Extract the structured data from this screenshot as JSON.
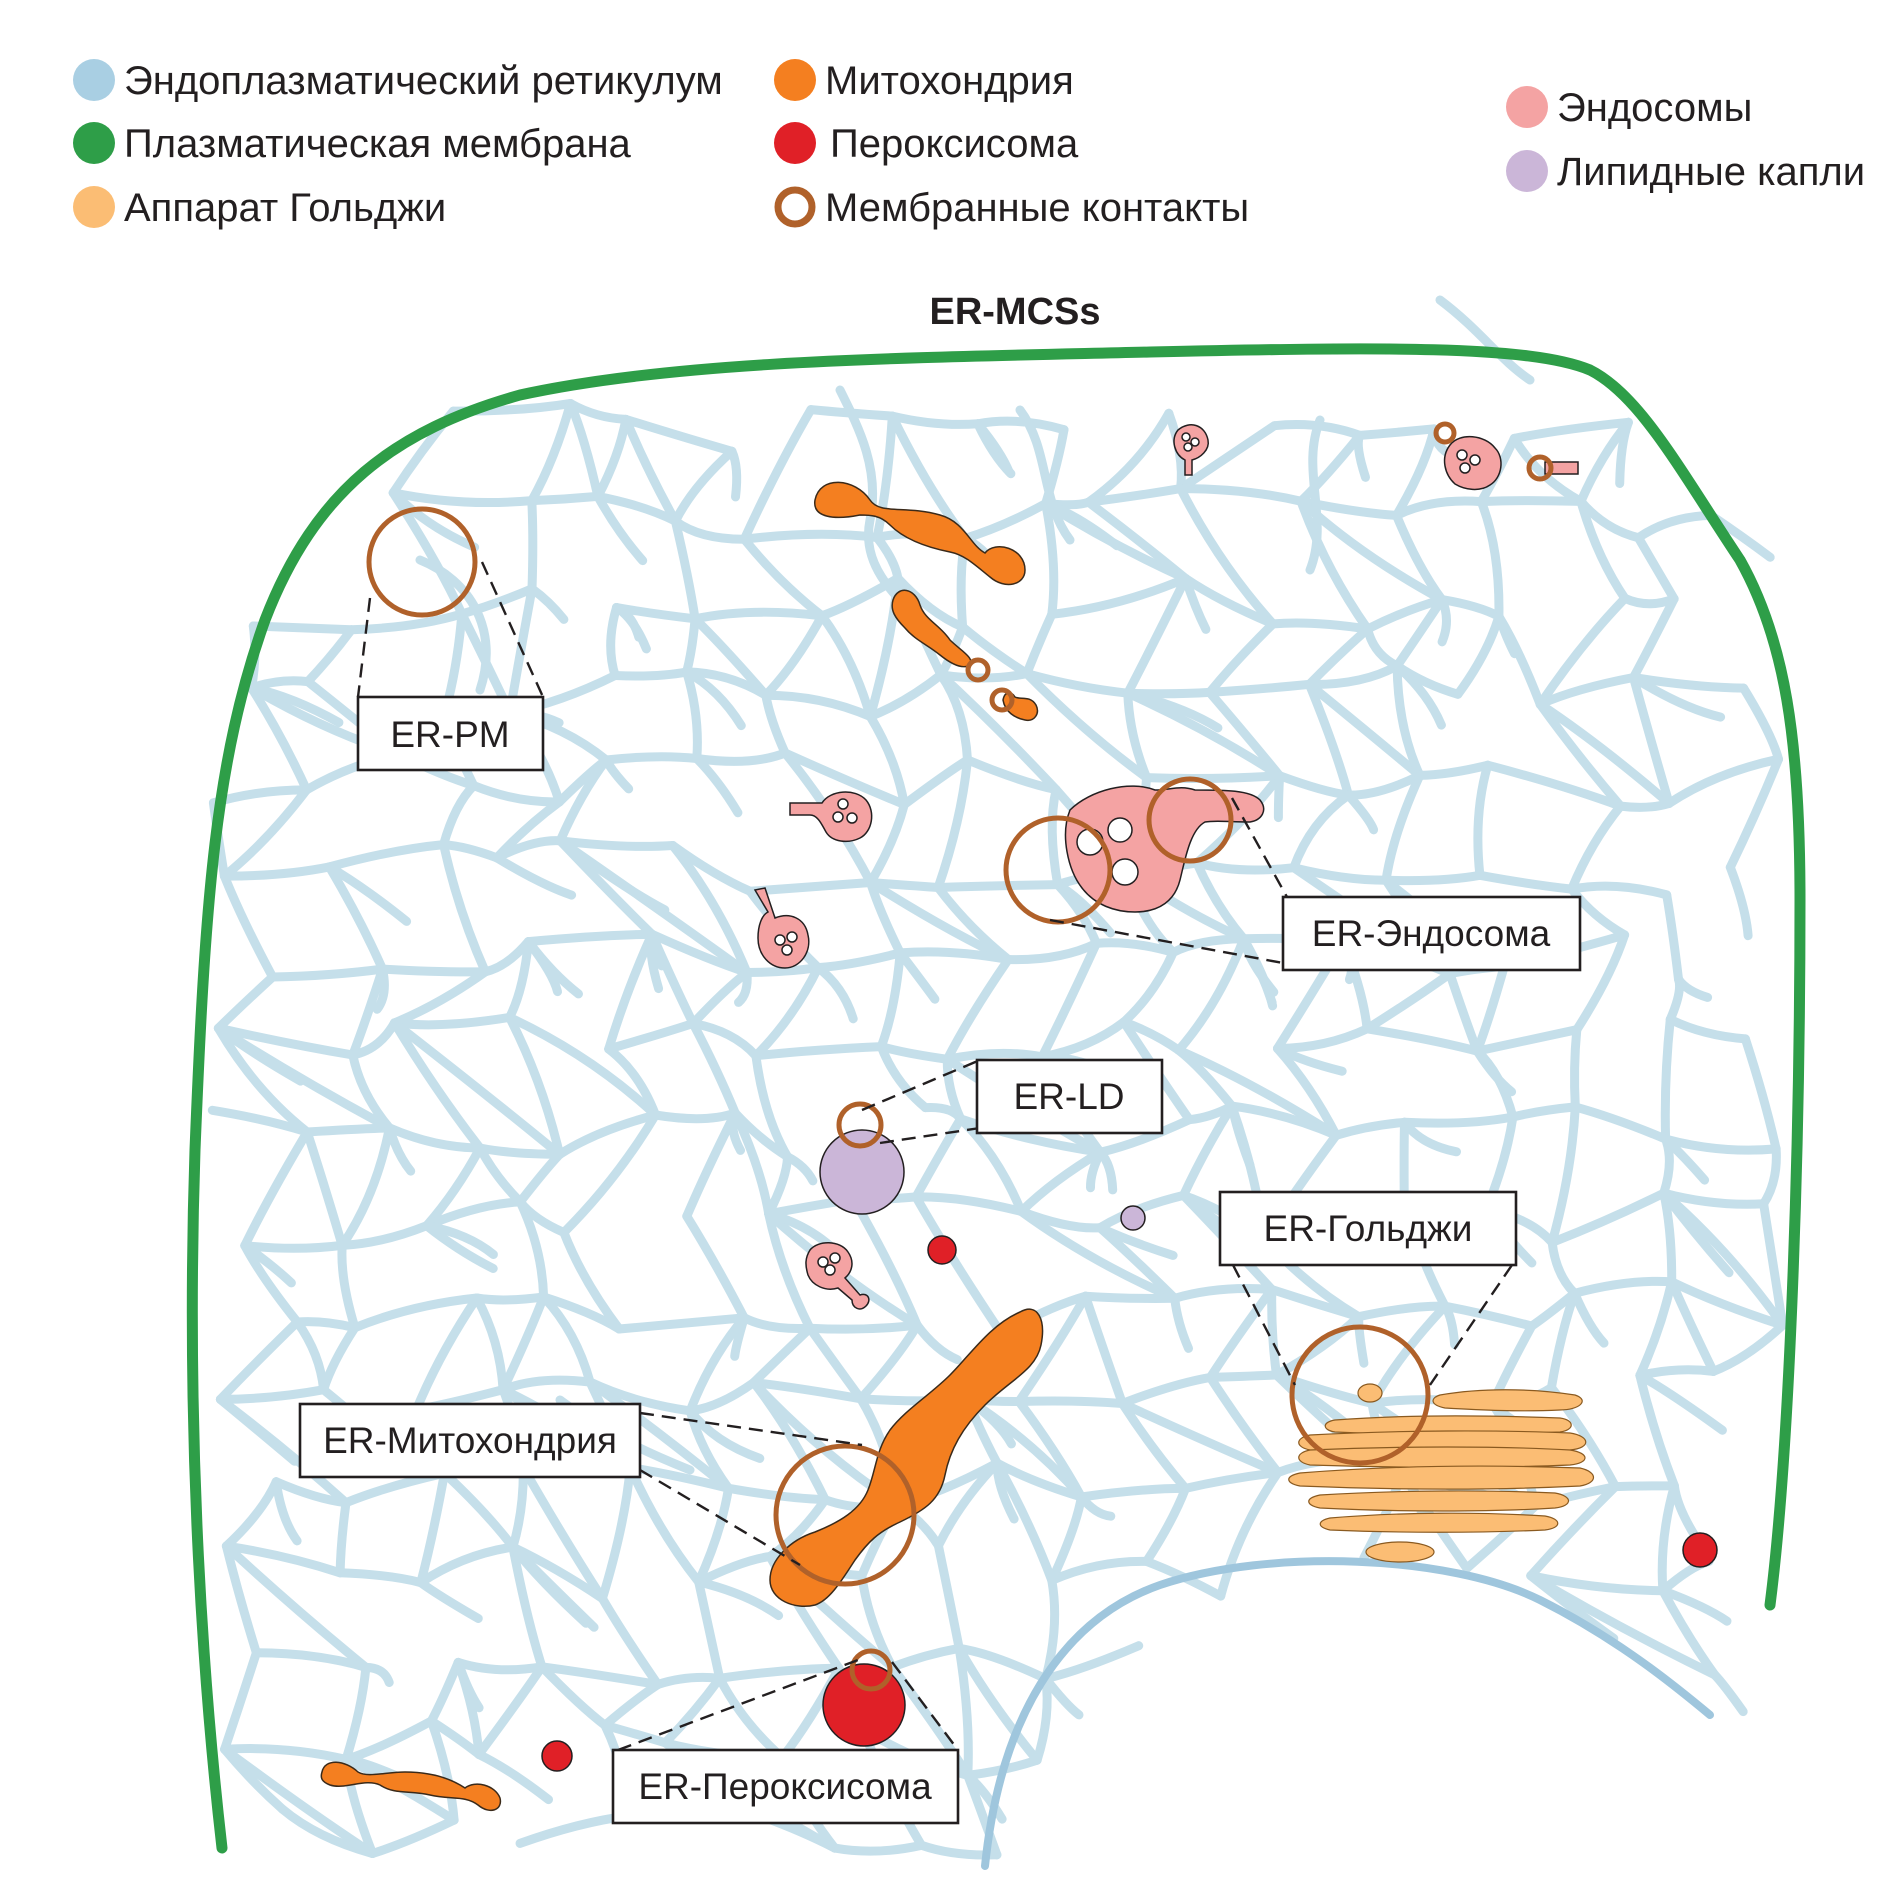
{
  "title": "ER-MCSs",
  "legend": [
    {
      "label": "Эндоплазматический ретикулум",
      "color": "#a9cfe3"
    },
    {
      "label": "Плазматическая мембрана",
      "color": "#2e9e48"
    },
    {
      "label": "Аппарат Гольджи",
      "color": "#fbbd74"
    },
    {
      "label": "Митохондрия",
      "color": "#f47f20"
    },
    {
      "label": "Пероксисома",
      "color": "#e02027"
    },
    {
      "label": "Мембранные контакты",
      "color": "#b0612a",
      "ring": true
    },
    {
      "label": "Эндосомы",
      "color": "#f4a3a3"
    },
    {
      "label": "Липидные капли",
      "color": "#cbb6d8"
    }
  ],
  "callouts": {
    "er_pm": "ER-PM",
    "er_endosome": "ER-Эндосома",
    "er_ld": "ER-LD",
    "er_golgi": "ER-Гольджи",
    "er_mito": "ER-Митохондрия",
    "er_pero": "ER-Пероксисома"
  },
  "colors": {
    "er": "#c5dfea",
    "plasma_membrane": "#2e9e48",
    "nucleus": "#9fc6dd",
    "contact_ring": "#b0612a"
  }
}
